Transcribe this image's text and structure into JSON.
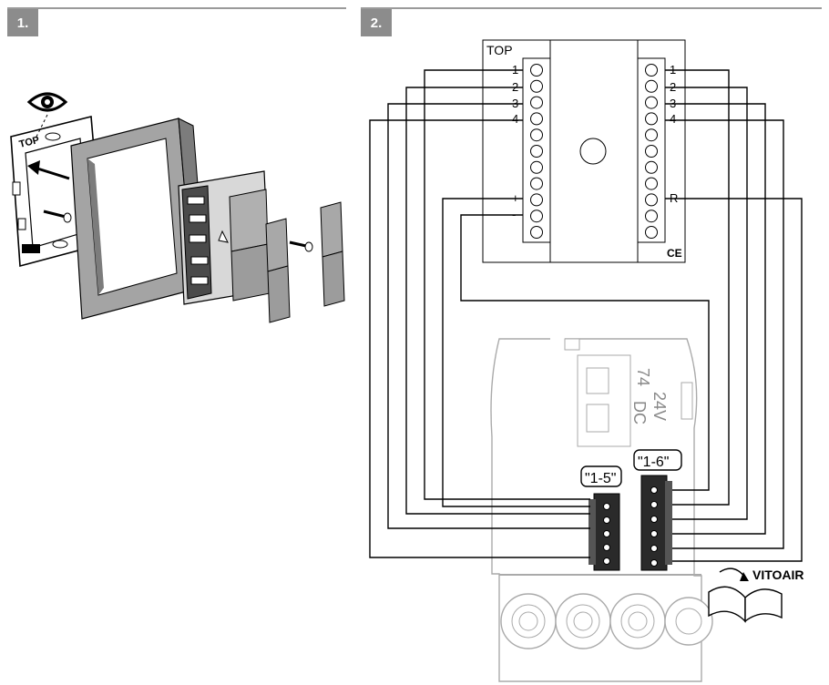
{
  "panel1": {
    "step_label": "1.",
    "top_mark": "TOP"
  },
  "panel2": {
    "step_label": "2.",
    "module_top_label": "TOP",
    "left_terminals": [
      "1",
      "2",
      "3",
      "4",
      "+",
      "-"
    ],
    "right_terminals": [
      "1",
      "2",
      "3",
      "4",
      "R"
    ],
    "ce_mark": "CE",
    "connector_a_label": "\"1-5\"",
    "connector_b_label": "\"1-6\"",
    "voltage_label_74": "74",
    "voltage_label_24v": "24V",
    "voltage_label_dc": "DC",
    "brand_label": "VITOAIR"
  },
  "colors": {
    "badge": "#8c8c8c",
    "line": "#000000",
    "device_gray": "#9e9e9e",
    "light_gray": "#d0d0d0"
  }
}
